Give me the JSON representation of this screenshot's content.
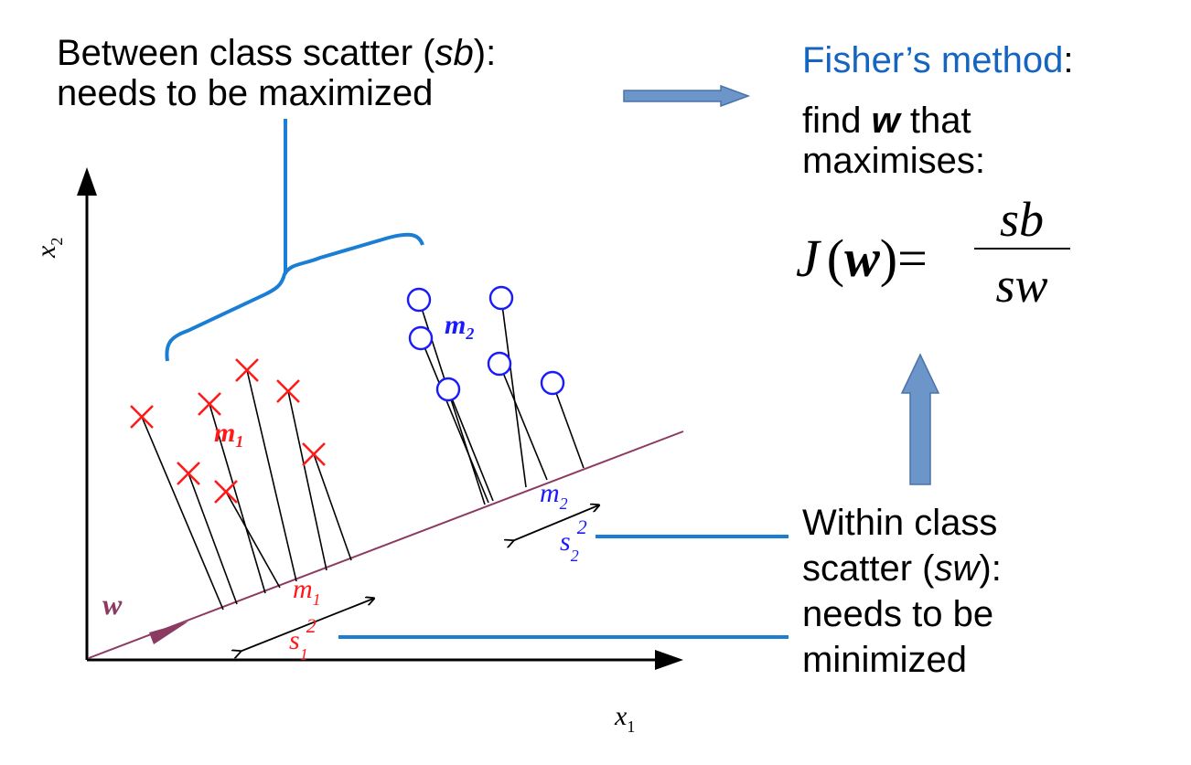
{
  "annotations": {
    "between": {
      "line1_prefix": "Between class scatter (",
      "line1_var": "sb",
      "line1_suffix": "):",
      "line2": "needs to be maximized"
    },
    "fisher": {
      "title": "Fisher’s method",
      "colon": ":",
      "line1_prefix": "find ",
      "line1_var": "w",
      "line1_suffix": " that",
      "line2": "maximises:"
    },
    "within": {
      "line1": "Within class",
      "line2_prefix": "scatter (",
      "line2_var": "sw",
      "line2_suffix": "):",
      "line3": "needs to be",
      "line4": "minimized"
    }
  },
  "formula": {
    "lhs": "J",
    "open_paren": "(",
    "arg": "w",
    "close_paren": ")",
    "equals": "=",
    "numerator": "sb",
    "denominator": "sw"
  },
  "plot_labels": {
    "x_axis": "x",
    "x_axis_sub": "1",
    "y_axis": "x",
    "y_axis_sub": "2",
    "w_vector": "w",
    "m1_class": "m",
    "m1_class_sub": "1",
    "m2_class": "m",
    "m2_class_sub": "2",
    "m1_proj": "m",
    "m1_proj_sub": "1",
    "m2_proj": "m",
    "m2_proj_sub": "2",
    "s1": "s",
    "s1_sub": "1",
    "s1_sup": "2",
    "s2": "s",
    "s2_sub": "2",
    "s2_sup": "2"
  },
  "colors": {
    "class1": "#ff1a1a",
    "class2": "#1a1aff",
    "projection_line": "#8b3a62",
    "annotation_blue": "#1565c0",
    "arrow_fill": "#6c95c9",
    "arrow_stroke": "#4a73a8",
    "axis": "#000000"
  },
  "icons": {
    "class1_marker": "cross-marker",
    "class2_marker": "octagon-marker"
  }
}
